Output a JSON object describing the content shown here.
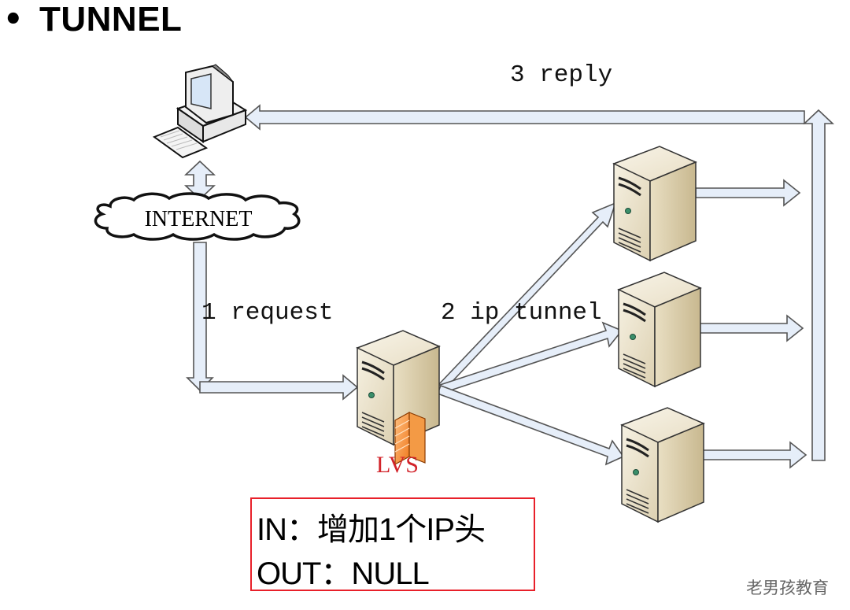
{
  "slide": {
    "bullet": "•",
    "title": "TUNNEL"
  },
  "diagram": {
    "mode": "LVS IP Tunnel",
    "nodes": {
      "client": {
        "name": "client computer",
        "icon": "desktop-computer-icon"
      },
      "internet": {
        "label": "INTERNET",
        "icon": "cloud-icon"
      },
      "lvs": {
        "label": "LVS",
        "icon": "server-with-firewall-icon",
        "label_color": "#d2232a"
      },
      "real_servers": [
        {
          "name": "real server 1",
          "icon": "server-icon"
        },
        {
          "name": "real server 2",
          "icon": "server-icon"
        },
        {
          "name": "real server 3",
          "icon": "server-icon"
        }
      ]
    },
    "steps": [
      {
        "label": "1 request",
        "from": "INTERNET",
        "to": "LVS"
      },
      {
        "label": "2 ip tunnel",
        "from": "LVS",
        "to": "real servers"
      },
      {
        "label": "3 reply",
        "from": "real servers",
        "to": "client"
      }
    ],
    "colors": {
      "arrow_fill": "#e6eef9",
      "arrow_stroke": "#4a4a4a",
      "server_body": "#e9e0c8",
      "note_border": "#e8202a"
    }
  },
  "note": {
    "in_line": "IN：增加1个IP头",
    "out_line": "OUT：NULL"
  },
  "watermark": "老男孩教育"
}
